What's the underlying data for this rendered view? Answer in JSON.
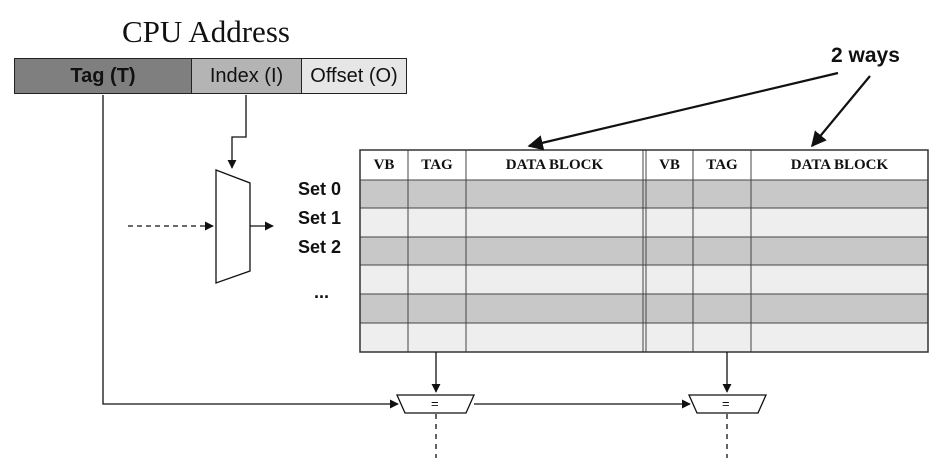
{
  "title": "CPU Address",
  "address_fields": {
    "tag": "Tag (T)",
    "index": "Index (I)",
    "offset": "Offset (O)"
  },
  "ways_label": "2 ways",
  "table_headers": {
    "way1": [
      "VB",
      "TAG",
      "DATA BLOCK"
    ],
    "way2": [
      "VB",
      "TAG",
      "DATA BLOCK"
    ]
  },
  "sets": [
    "Set 0",
    "Set 1",
    "Set 2",
    "..."
  ],
  "comparator_symbol": "=",
  "colors": {
    "tag_field": "#7f7f7f",
    "index_field": "#b4b4b4",
    "offset_field": "#e6e6e6",
    "row_dark": "#c8c8c8",
    "row_light": "#eeeeee"
  }
}
